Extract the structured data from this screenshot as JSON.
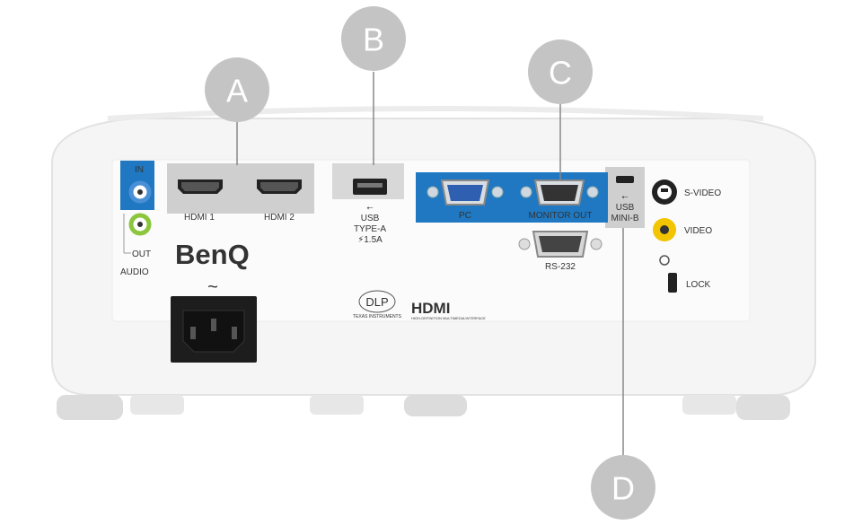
{
  "callouts": {
    "a": "A",
    "b": "B",
    "c": "C",
    "d": "D"
  },
  "ports": {
    "audio_in": "IN",
    "audio_out": "OUT",
    "audio": "AUDIO",
    "hdmi1": "HDMI 1",
    "hdmi2": "HDMI 2",
    "usb_a_line1": "USB",
    "usb_a_line2": "TYPE-A",
    "usb_a_line3": "⚡1.5A",
    "pc": "PC",
    "monitor_out": "MONITOR OUT",
    "rs232": "RS-232",
    "usb_mini_line1": "USB",
    "usb_mini_line2": "MINI-B",
    "s_video": "S-VIDEO",
    "video": "VIDEO",
    "lock": "LOCK",
    "power_symbol": "~"
  },
  "logos": {
    "brand": "BenQ",
    "dlp": "DLP",
    "dlp_sub": "TEXAS INSTRUMENTS",
    "hdmi": "HDMI",
    "hdmi_sub": "HIGH-DEFINITION MULTIMEDIA INTERFACE"
  },
  "colors": {
    "callout": "#c4c4c4",
    "panel_blue": "#1f78c1",
    "highlight_gray": "#cfcfcf",
    "body": "#f4f4f4",
    "audio_in": "#4a8fd6",
    "audio_out": "#8cc63f",
    "video": "#f2c500"
  }
}
